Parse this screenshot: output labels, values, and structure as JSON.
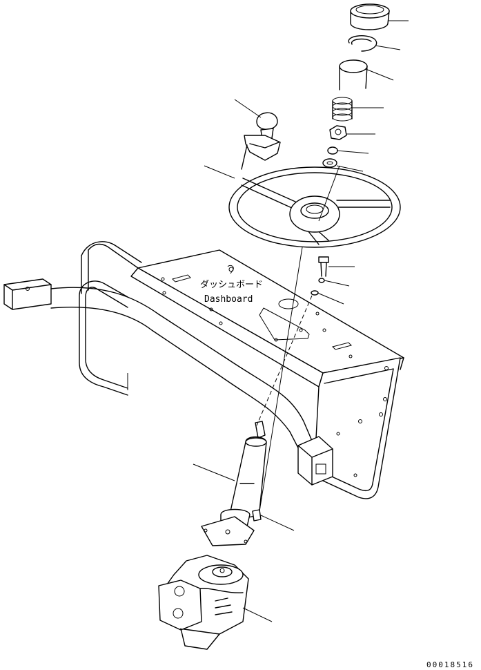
{
  "diagram": {
    "label_jp": "ダッシュボード",
    "label_en": "Dashboard",
    "drawing_number": "00018516"
  }
}
